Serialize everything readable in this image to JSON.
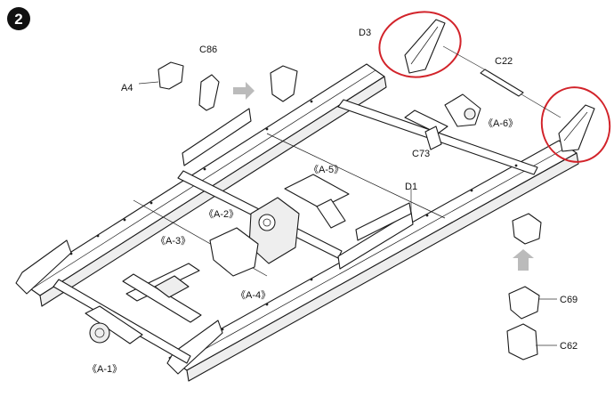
{
  "step": {
    "number": "2"
  },
  "labels": {
    "a4": "A4",
    "c86": "C86",
    "d3": "D3",
    "c22": "C22",
    "a6": "《A-6》",
    "c73": "C73",
    "a5": "《A-5》",
    "a2": "《A-2》",
    "d1": "D1",
    "a3": "《A-3》",
    "a4_sub": "《A-4》",
    "a1": "《A-1》",
    "c69": "C69",
    "c62": "C62"
  },
  "colors": {
    "highlight_circle": "#d2232a",
    "line_art": "#1a1a1a",
    "arrow_fill": "#bbbbbb"
  },
  "icons": [
    "step-number-badge-icon",
    "assembly-arrow-icon"
  ]
}
